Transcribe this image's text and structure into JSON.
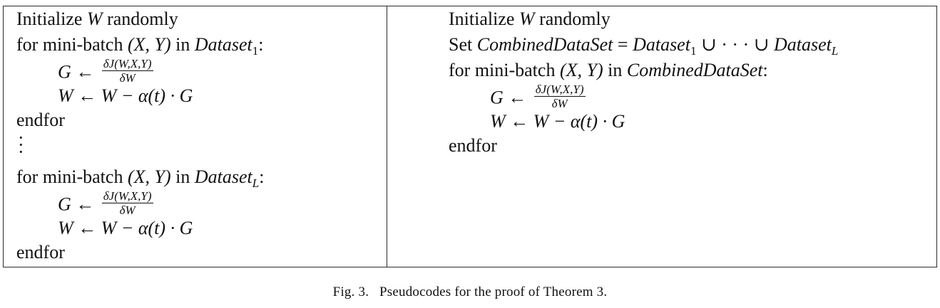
{
  "left_panel": {
    "init": "Initialize",
    "init_var": "W",
    "init_rest": "randomly",
    "loop1_kw": "for mini-batch",
    "loop1_args": "(X, Y)",
    "loop1_in": "in",
    "loop1_ds": "Dataset",
    "loop1_sub": "1",
    "grad_lhs": "G",
    "arrow": "←",
    "grad_num": "δJ(W,X,Y)",
    "grad_den": "δW",
    "upd_lhs": "W",
    "upd_rhs": "W − α(t) · G",
    "endfor": "endfor",
    "loopL_kw": "for mini-batch",
    "loopL_args": "(X, Y)",
    "loopL_in": "in",
    "loopL_ds": "Dataset",
    "loopL_sub": "L"
  },
  "right_panel": {
    "init": "Initialize",
    "init_var": "W",
    "init_rest": "randomly",
    "set_kw": "Set",
    "combined_name": "CombinedDataSet",
    "eq": "=",
    "ds1": "Dataset",
    "ds1_sub": "1",
    "union_dots": "∪ · · · ∪",
    "dsL": "Dataset",
    "dsL_sub": "L",
    "loop_kw": "for mini-batch",
    "loop_args": "(X, Y)",
    "loop_in": "in",
    "loop_ds": "CombinedDataSet",
    "loop_colon": ":",
    "grad_lhs": "G",
    "arrow": "←",
    "grad_num": "δJ(W,X,Y)",
    "grad_den": "δW",
    "upd_lhs": "W",
    "upd_rhs": "W − α(t) · G",
    "endfor": "endfor"
  },
  "caption": "Fig. 3.   Pseudocodes for the proof of Theorem 3."
}
